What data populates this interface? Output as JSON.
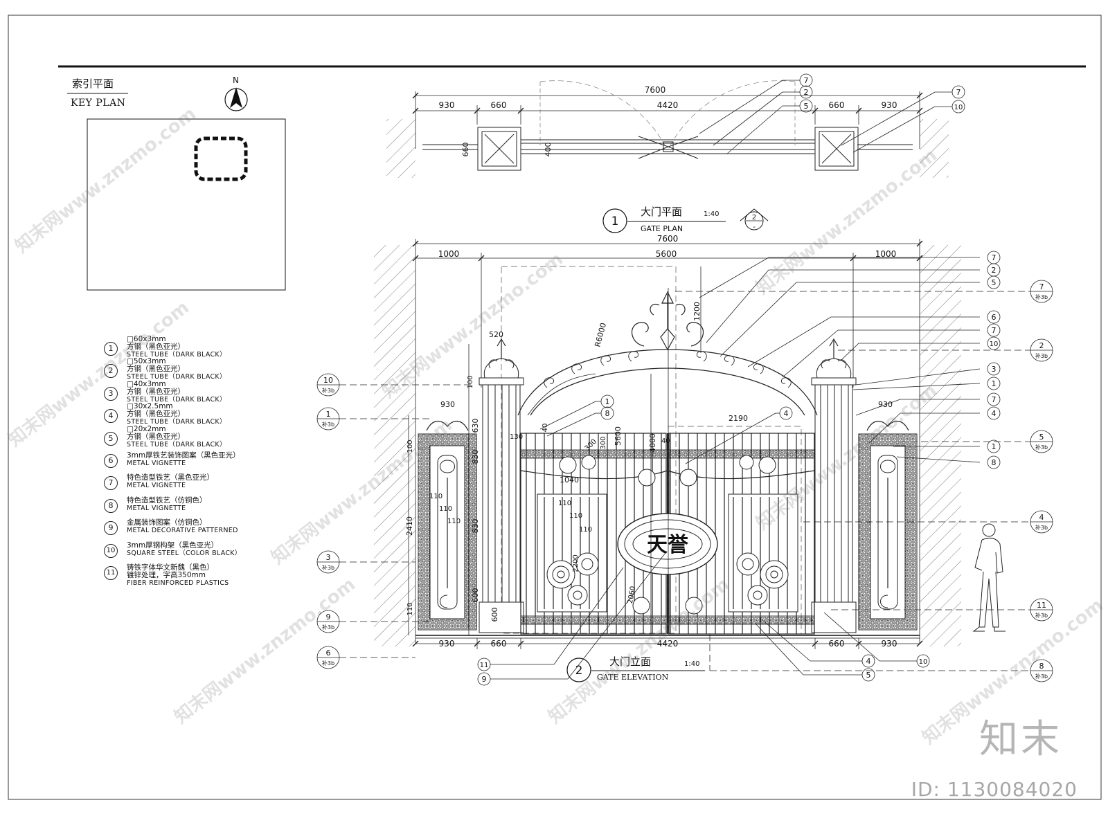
{
  "key_plan": {
    "title_cn": "索引平面",
    "title_en": "KEY PLAN",
    "north": "N"
  },
  "legend": [
    {
      "num": "1",
      "size": "□60x3mm",
      "cn": "方钢（黑色亚光）",
      "en": "STEEL TUBE（DARK BLACK）"
    },
    {
      "num": "2",
      "size": "□50x3mm",
      "cn": "方钢（黑色亚光）",
      "en": "STEEL TUBE（DARK BLACK）"
    },
    {
      "num": "3",
      "size": "□40x3mm",
      "cn": "方钢（黑色亚光）",
      "en": "STEEL TUBE（DARK BLACK）"
    },
    {
      "num": "4",
      "size": "□30x2.5mm",
      "cn": "方钢（黑色亚光）",
      "en": "STEEL TUBE（DARK BLACK）"
    },
    {
      "num": "5",
      "size": "□20x2mm",
      "cn": "方钢（黑色亚光）",
      "en": "STEEL TUBE（DARK BLACK）"
    },
    {
      "num": "6",
      "size": "",
      "cn": "3mm厚铁艺装饰图案（黑色亚光）",
      "en": "METAL VIGNETTE"
    },
    {
      "num": "7",
      "size": "",
      "cn": "特色造型铁艺（黑色亚光）",
      "en": "METAL VIGNETTE"
    },
    {
      "num": "8",
      "size": "",
      "cn": "特色造型铁艺（仿铜色）",
      "en": "METAL VIGNETTE"
    },
    {
      "num": "9",
      "size": "",
      "cn": "金属装饰图案（仿铜色）",
      "en": "METAL DECORATIVE PATTERNED"
    },
    {
      "num": "10",
      "size": "",
      "cn": "3mm厚钢构架（黑色亚光）",
      "en": "SQUARE STEEL（COLOR BLACK）"
    },
    {
      "num": "11",
      "size": "",
      "cn": "铸铁字体华文新魏（黑色）",
      "cn2": "镀锌处理，字高350mm",
      "en": "FIBER REINFORCED PLASTICS"
    }
  ],
  "plan": {
    "num": "1",
    "title_cn": "大门平面",
    "title_en": "GATE PLAN",
    "scale": "1:40",
    "ref_num": "2",
    "ref_sheet": "-",
    "dim_total": "7600",
    "dims": [
      "930",
      "660",
      "4420",
      "660",
      "930"
    ],
    "depth": "660",
    "inner": "400",
    "callouts_left": [
      "7",
      "2",
      "5"
    ],
    "callouts_right": [
      "7",
      "10"
    ]
  },
  "elevation": {
    "num": "2",
    "title_cn": "大门立面",
    "title_en": "GATE ELEVATION",
    "scale": "1:40",
    "sign_text": "天誉",
    "dim_total": "7600",
    "top_dims": [
      "1000",
      "5600",
      "1000"
    ],
    "bottom_dims": [
      "930",
      "660",
      "4420",
      "660",
      "930"
    ],
    "radius": "R6000",
    "vertical_dims": [
      "1200",
      "4000",
      "5600",
      "2410",
      "830",
      "830",
      "630",
      "600",
      "600",
      "100",
      "100",
      "110",
      "110",
      "110",
      "110",
      "300",
      "300",
      "130",
      "40",
      "40"
    ],
    "inner_dims": [
      "520",
      "930",
      "2190",
      "1040",
      "110",
      "110",
      "110",
      "930",
      "2200",
      "2060"
    ],
    "callouts_right": [
      "7",
      "2",
      "5",
      "6",
      "7",
      "10",
      "3",
      "1",
      "7",
      "4",
      "1",
      "8"
    ],
    "callouts_inner": [
      "1",
      "8",
      "4"
    ],
    "callouts_bottom_left": [
      "11",
      "9"
    ],
    "callouts_bottom_right": [
      "4",
      "10",
      "5"
    ],
    "section_refs_left": [
      {
        "num": "10",
        "sheet": "补3b"
      },
      {
        "num": "1",
        "sheet": "补3b"
      },
      {
        "num": "3",
        "sheet": "补3b"
      },
      {
        "num": "9",
        "sheet": "补3b"
      },
      {
        "num": "6",
        "sheet": "补3b"
      }
    ],
    "section_refs_right": [
      {
        "num": "7",
        "sheet": "补3b"
      },
      {
        "num": "2",
        "sheet": "补3b"
      },
      {
        "num": "5",
        "sheet": "补3b"
      },
      {
        "num": "4",
        "sheet": "补3b"
      },
      {
        "num": "11",
        "sheet": "补3b"
      },
      {
        "num": "8",
        "sheet": "补3b"
      }
    ]
  },
  "watermark": {
    "text": "知末网www.znzmo.com",
    "logo": "知末",
    "id_label": "ID: 1130084020"
  }
}
